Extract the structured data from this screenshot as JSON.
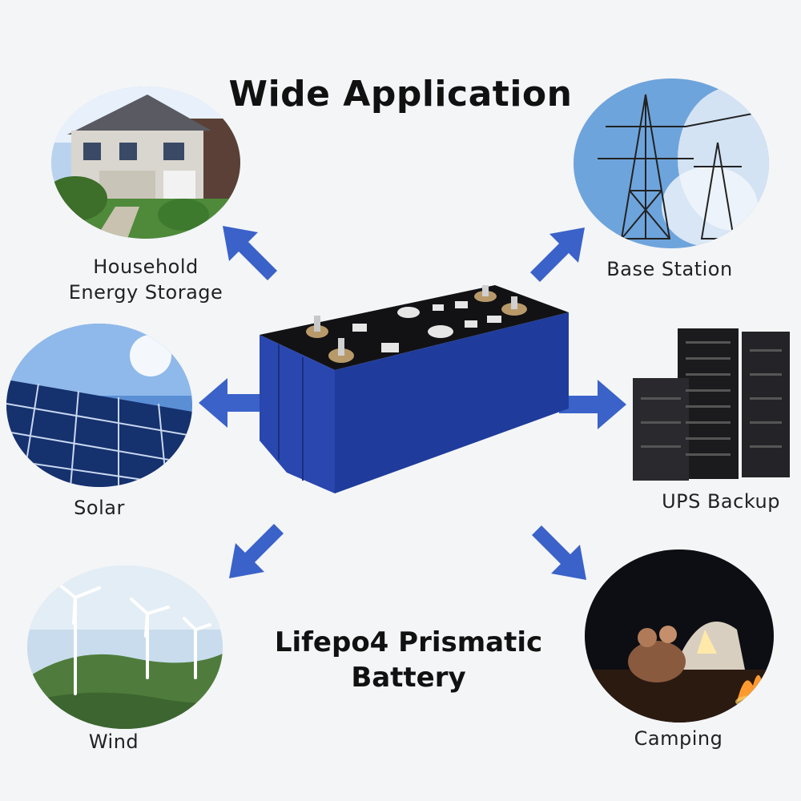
{
  "title": "Wide Application",
  "product": {
    "name_line1": "Lifepo4 Prismatic",
    "name_line2": "Battery"
  },
  "applications": [
    {
      "id": "household",
      "label_line1": "Household",
      "label_line2": "Energy Storage",
      "icon": "house-photo"
    },
    {
      "id": "base-station",
      "label_line1": "Base Station",
      "icon": "power-tower-photo"
    },
    {
      "id": "solar",
      "label_line1": "Solar",
      "icon": "solar-panel-photo"
    },
    {
      "id": "ups",
      "label_line1": "UPS Backup",
      "icon": "server-cabinet-photo"
    },
    {
      "id": "wind",
      "label_line1": "Wind",
      "icon": "wind-turbine-photo"
    },
    {
      "id": "camping",
      "label_line1": "Camping",
      "icon": "campfire-tent-photo"
    }
  ],
  "colors": {
    "arrow": "#3a62c9",
    "battery_body": "#1f3c9c",
    "battery_top": "#111111",
    "background": "#f4f5f7"
  }
}
